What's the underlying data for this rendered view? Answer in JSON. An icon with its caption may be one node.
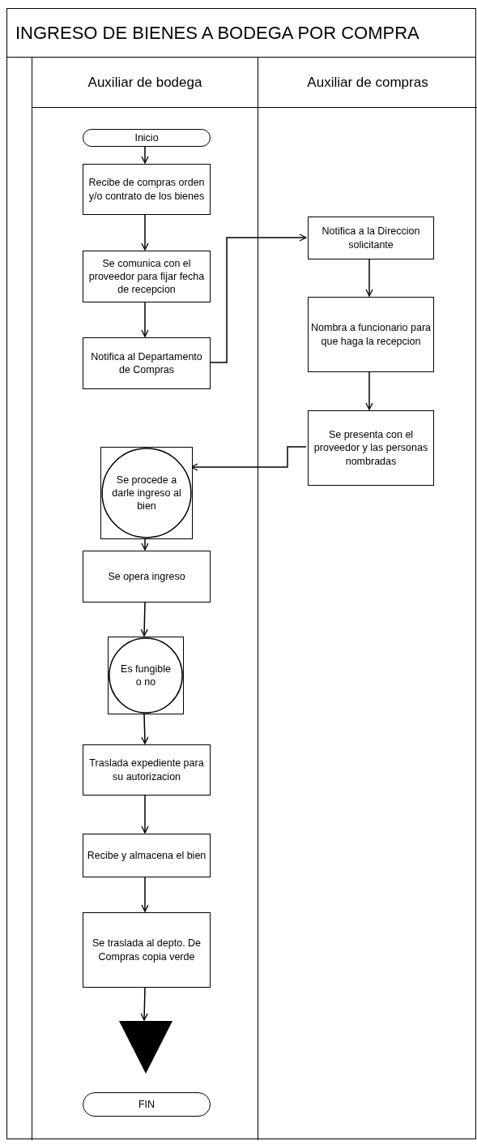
{
  "diagram": {
    "nodes": [
      {
        "text": [
          "INGRESO DE BIENES A BODEGA POR COMPRA"
        ]
      },
      {
        "text": [
          "Auxiliar de bodega"
        ],
        "in": 0
      },
      {
        "text": [
          "Auxiliar de compras"
        ],
        "in": 0
      },
      {
        "text": [
          "Inicio"
        ],
        "in": 1
      },
      {
        "text": [
          "Recibe de compras orden y/o contrato de los bienes"
        ],
        "in": 1
      },
      {
        "text": [
          "Se comunica con el proveedor para fijar fecha de recepcion"
        ],
        "in": 1
      },
      {
        "text": [
          "Notifica al Departamento de Compras"
        ],
        "in": 1
      },
      {
        "text": [
          "Notifica a la Direccion solicitante"
        ],
        "in": 2
      },
      {
        "text": [
          "Nombra a funcionario para que haga la recepcion"
        ],
        "in": 2
      },
      {
        "text": [
          "Se presenta con el proveedor y las personas nombradas"
        ],
        "in": 2
      },
      {
        "text": [
          "Se procede a darle ingreso al bien"
        ],
        "in": 1
      },
      {
        "text": [
          "Se opera ingreso"
        ],
        "in": 1
      },
      {
        "text": [
          "Es fungible o no"
        ],
        "in": 1
      },
      {
        "text": [
          "Traslada expediente para su autorizacion"
        ],
        "in": 1
      },
      {
        "text": [
          "Recibe y almacena el bien"
        ],
        "in": 1
      },
      {
        "text": [
          "Se traslada al depto. De Compras copia verde"
        ],
        "in": 1
      },
      {
        "text": [],
        "shape": "triangle",
        "in": 1
      },
      {
        "text": [
          "FIN"
        ],
        "in": 1
      }
    ],
    "edges": [
      {
        "from": 3,
        "to": 4,
        "arrow": "to"
      },
      {
        "from": 4,
        "to": 5,
        "arrow": "to"
      },
      {
        "from": 5,
        "to": 6,
        "arrow": "to"
      },
      {
        "from": 6,
        "to": 7,
        "arrow": "to"
      },
      {
        "from": 7,
        "to": 8,
        "arrow": "to"
      },
      {
        "from": 8,
        "to": 9,
        "arrow": "to"
      },
      {
        "from": 9,
        "to": 10,
        "arrow": "to"
      },
      {
        "from": 10,
        "to": 11,
        "arrow": "to"
      },
      {
        "from": 11,
        "to": 12,
        "arrow": "to"
      },
      {
        "from": 12,
        "to": 13,
        "arrow": "to"
      },
      {
        "from": 13,
        "to": 14,
        "arrow": "to"
      },
      {
        "from": 14,
        "to": 15,
        "arrow": "to"
      },
      {
        "from": 15,
        "to": 16,
        "arrow": "to"
      }
    ]
  }
}
